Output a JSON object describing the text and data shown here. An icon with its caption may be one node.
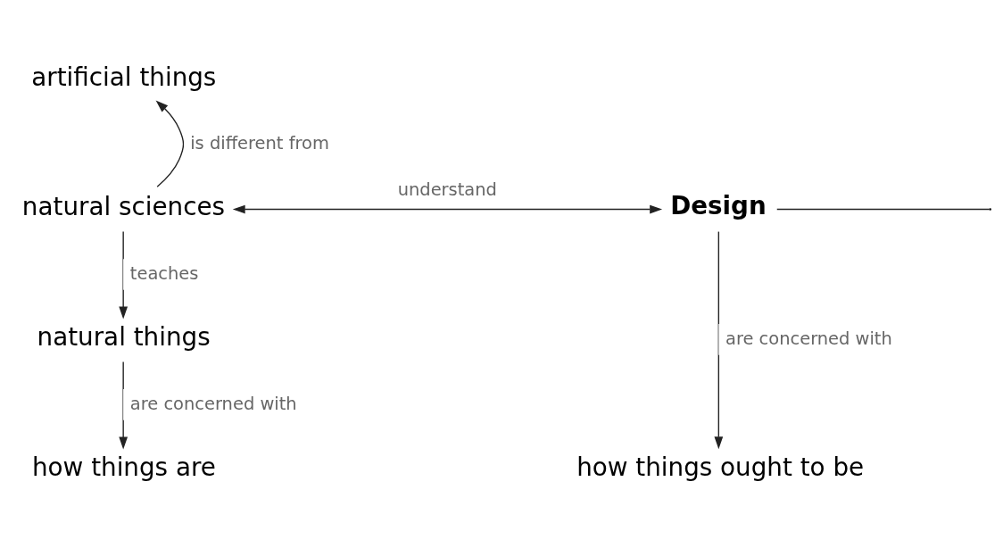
{
  "diagram": {
    "nodes": [
      {
        "text": [
          "artificial things"
        ]
      },
      {
        "text": [
          "natural sciences"
        ]
      },
      {
        "text": [
          "Design"
        ]
      },
      {
        "text": [
          "natural things"
        ]
      },
      {
        "text": [
          "how things are"
        ]
      },
      {
        "text": [
          "how things ought to be"
        ]
      }
    ],
    "edges": [
      {
        "from": 1,
        "to": 0,
        "arrow": "to",
        "label": "is different from"
      },
      {
        "from": 1,
        "to": 2,
        "arrow": "both",
        "label": "understand"
      },
      {
        "from": 1,
        "to": 3,
        "arrow": "to",
        "label": "teaches"
      },
      {
        "from": 3,
        "to": 4,
        "arrow": "to",
        "label": "are concerned with"
      },
      {
        "from": 2,
        "to": 5,
        "arrow": "to",
        "label": "are concerned with"
      },
      {
        "from": 2,
        "to": null,
        "arrow": "none"
      }
    ]
  }
}
